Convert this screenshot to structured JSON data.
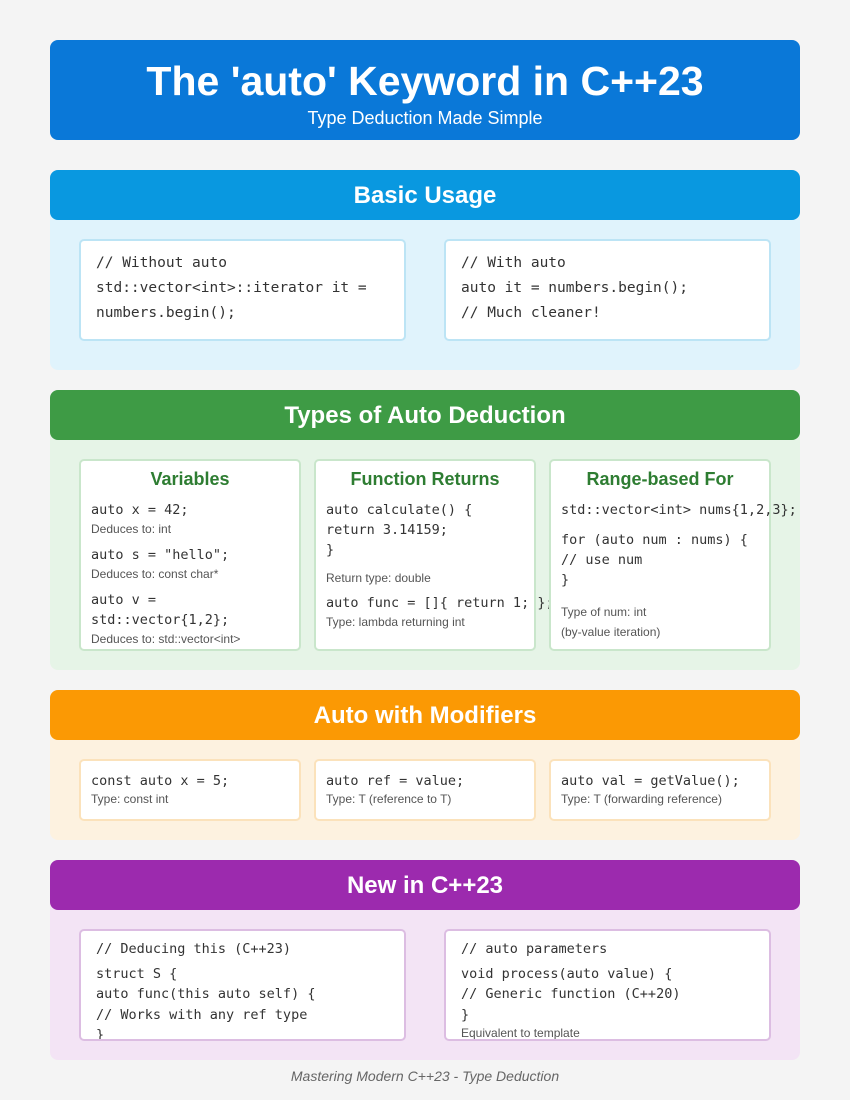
{
  "header": {
    "title": "The 'auto' Keyword in C++23",
    "subtitle": "Type Deduction Made Simple"
  },
  "basic": {
    "title": "Basic Usage",
    "without": [
      "// Without auto",
      "std::vector<int>::iterator it =",
      "numbers.begin();"
    ],
    "with": [
      "// With auto",
      "auto it = numbers.begin();",
      "// Much cleaner!"
    ]
  },
  "types": {
    "title": "Types of Auto Deduction",
    "variables": {
      "title": "Variables",
      "items": [
        {
          "code": "auto x = 42;",
          "note": "Deduces to: int"
        },
        {
          "code": "auto s = \"hello\";",
          "note": "Deduces to: const char*"
        },
        {
          "code": "auto v = std::vector{1,2};",
          "note": "Deduces to: std::vector<int>"
        }
      ]
    },
    "functions": {
      "title": "Function Returns",
      "block1": [
        "auto calculate() {",
        "return 3.14159;",
        "}"
      ],
      "note1": "Return type: double",
      "block2": [
        "auto func = []{ return 1; };"
      ],
      "note2": "Type: lambda returning int"
    },
    "range": {
      "title": "Range-based For",
      "decl": "std::vector<int> nums{1,2,3};",
      "loop": [
        "for (auto num : nums) {",
        "// use num",
        "}"
      ],
      "notes": [
        "Type of num: int",
        "(by-value iteration)"
      ]
    }
  },
  "modifiers": {
    "title": "Auto with Modifiers",
    "cards": [
      {
        "code": "const auto x = 5;",
        "note": "Type: const int"
      },
      {
        "code": "auto ref = value;",
        "note": "Type: T (reference to T)"
      },
      {
        "code": "auto val = getValue();",
        "note": "Type: T (forwarding reference)"
      }
    ]
  },
  "newcpp": {
    "title": "New in C++23",
    "left": {
      "comment": "// Deducing this (C++23)",
      "lines": [
        "struct S {",
        "auto func(this auto self) {",
        "// Works with any ref type",
        "}"
      ]
    },
    "right": {
      "comment": "// auto parameters",
      "lines": [
        "void process(auto value) {",
        "// Generic function (C++20)",
        "}"
      ],
      "note": "Equivalent to template"
    }
  },
  "footer": "Mastering Modern C++23 - Type Deduction"
}
